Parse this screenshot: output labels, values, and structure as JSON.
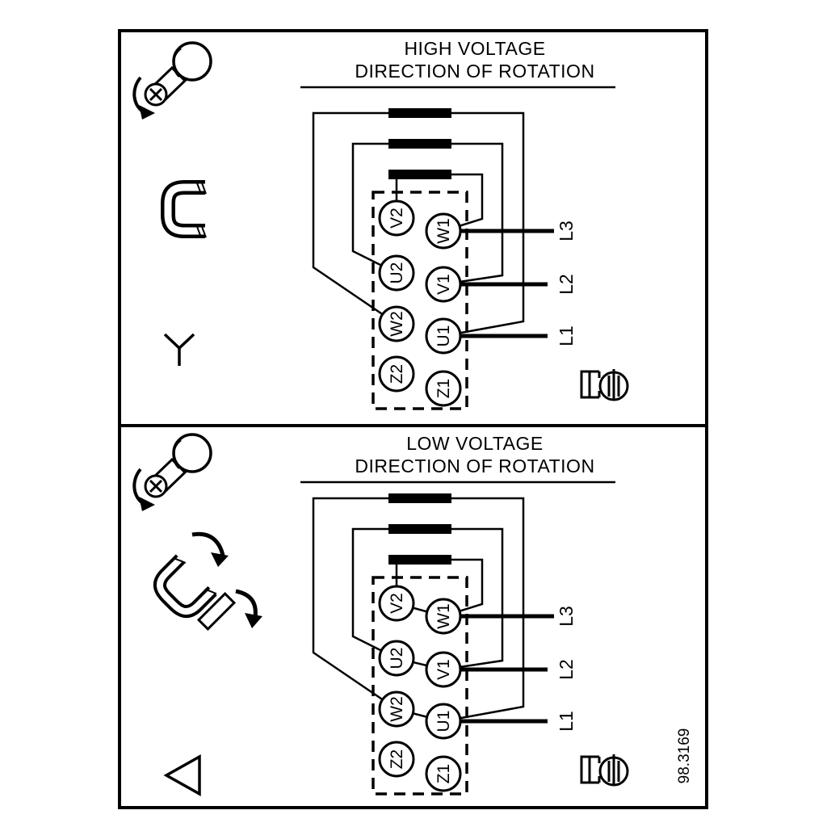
{
  "panels": {
    "high_voltage": {
      "title_line1": "HIGH VOLTAGE",
      "title_line2": "DIRECTION OF ROTATION",
      "connection_symbol": "star"
    },
    "low_voltage": {
      "title_line1": "LOW VOLTAGE",
      "title_line2": "DIRECTION OF ROTATION",
      "connection_symbol": "delta"
    }
  },
  "terminals": {
    "left_column": [
      "V2",
      "U2",
      "W2",
      "Z2"
    ],
    "right_column": [
      "W1",
      "V1",
      "U1",
      "Z1"
    ]
  },
  "supply_lines": [
    "L3",
    "L2",
    "L1"
  ],
  "figure_number": "98.3169",
  "colors": {
    "ink": "#000000",
    "paper": "#ffffff"
  }
}
